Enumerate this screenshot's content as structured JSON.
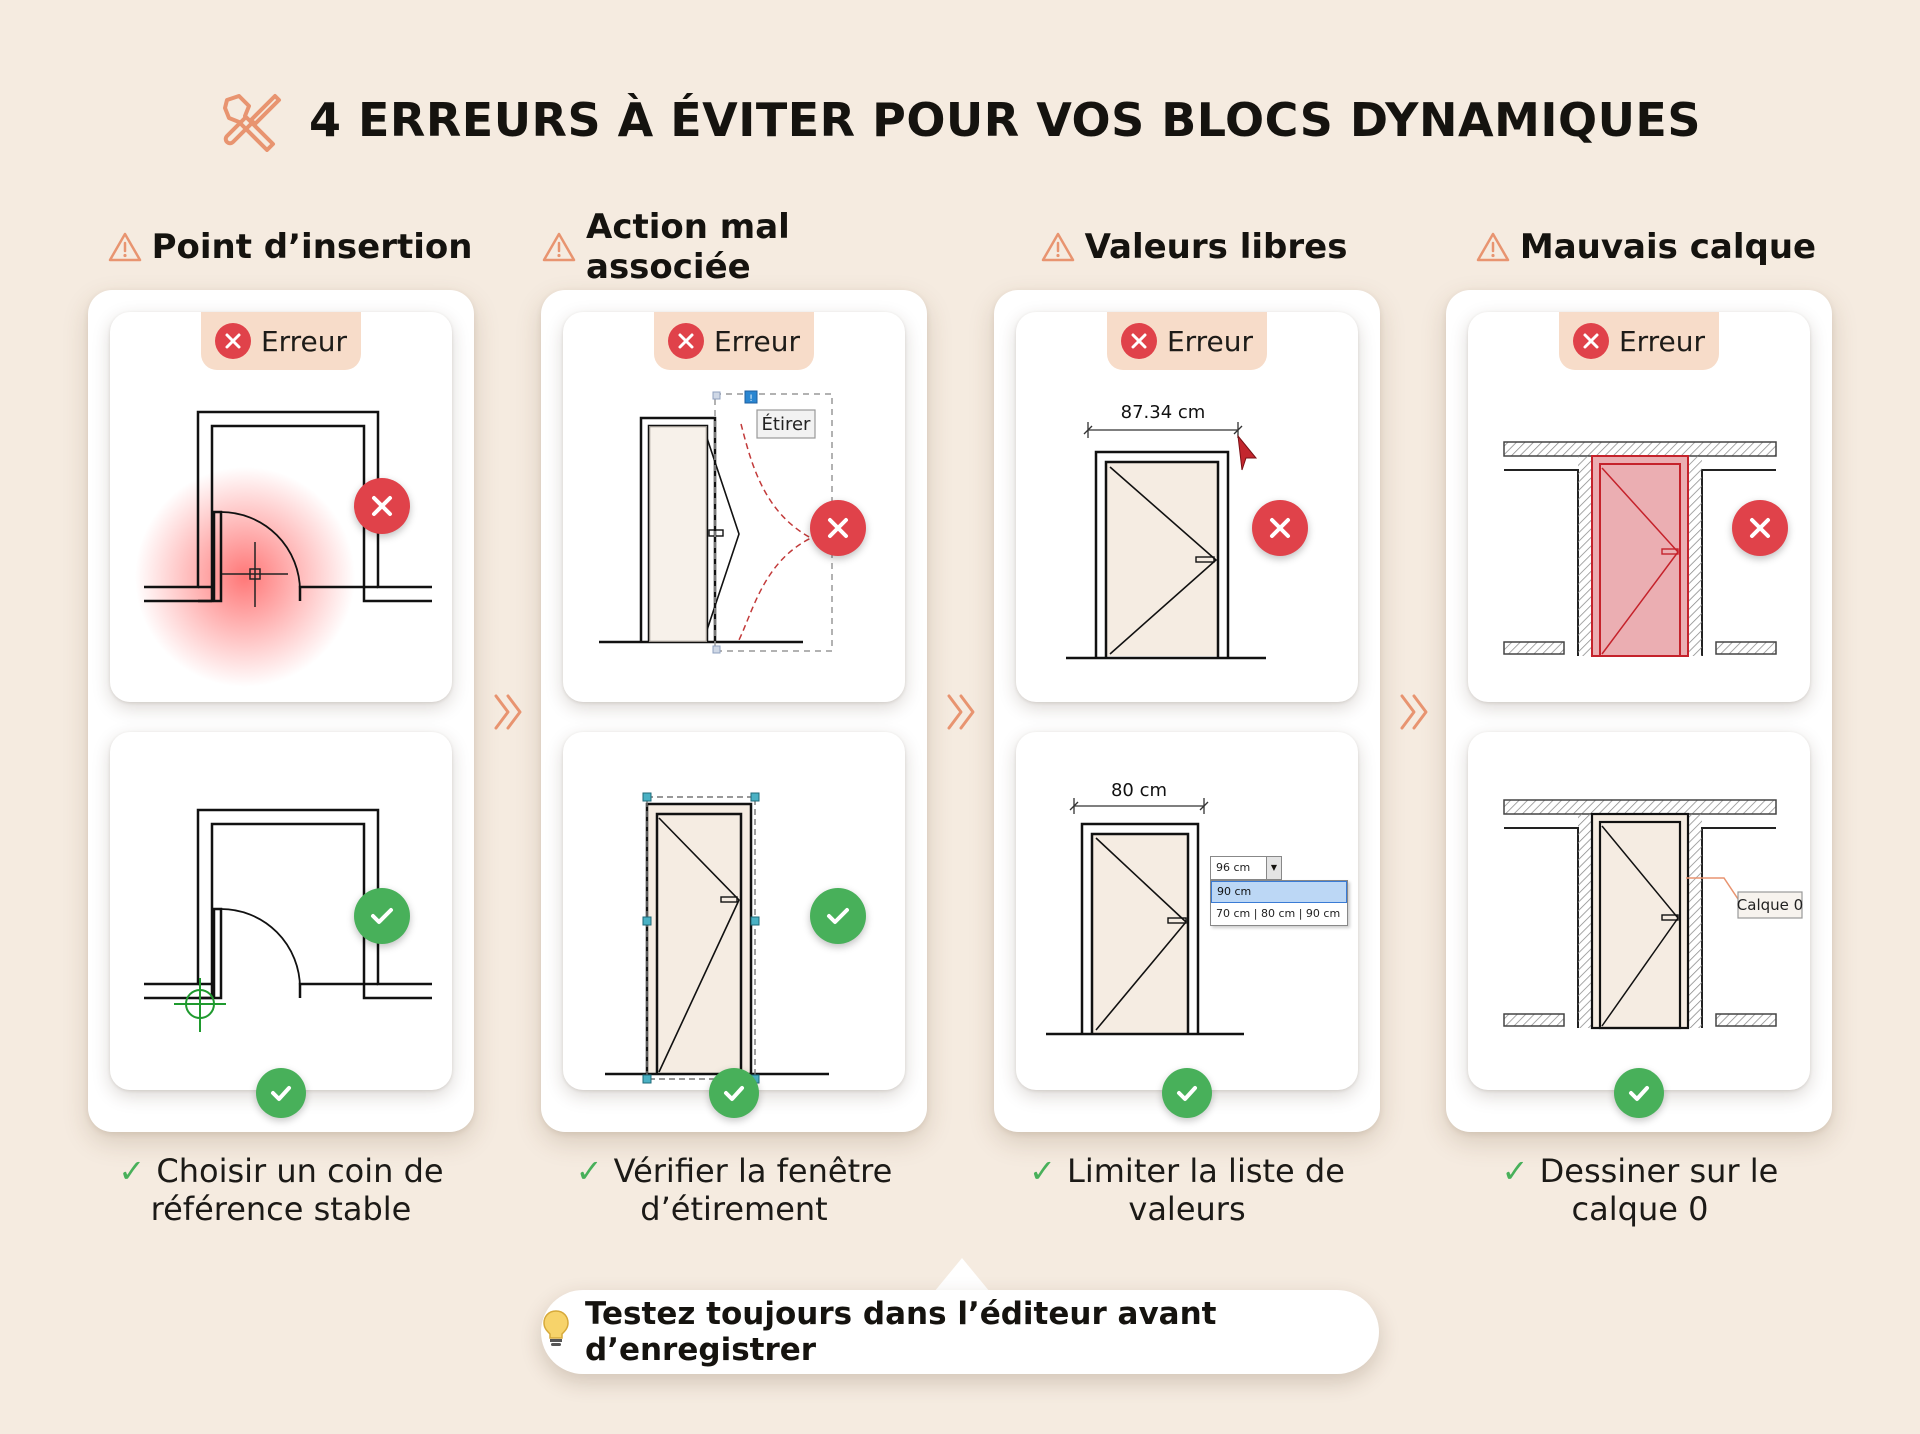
{
  "title": "4 ERREURS À ÉVITER POUR VOS BLOCS DYNAMIQUES",
  "colors": {
    "error": "#e0424a",
    "ok": "#48b05a",
    "accent": "#e89470",
    "background": "#f5ebe0"
  },
  "icons": {
    "title": "tools-icon",
    "column": "warning-icon",
    "tip": "lightbulb-icon"
  },
  "error_label": "Erreur",
  "columns": [
    {
      "title": "Point d’insertion",
      "tip_line1": "Choisir un coin de",
      "tip_line2": "référence stable"
    },
    {
      "title": "Action mal associée",
      "tip_line1": "Vérifier la fenêtre",
      "tip_line2": "d’étirement",
      "callout": "Étirer"
    },
    {
      "title": "Valeurs libres",
      "tip_line1": "Limiter la liste de",
      "tip_line2": "valeurs",
      "dim_bad": "87.34 cm",
      "dim_good": "80 cm",
      "dropdown_value": "96 cm",
      "dropdown_selected": "90 cm",
      "dropdown_list": "70 cm | 80 cm | 90 cm"
    },
    {
      "title": "Mauvais calque",
      "tip_line1": "Dessiner sur le",
      "tip_line2": "calque 0",
      "layer_label": "Calque 0"
    }
  ],
  "note": "Testez toujours dans l’éditeur avant d’enregistrer"
}
